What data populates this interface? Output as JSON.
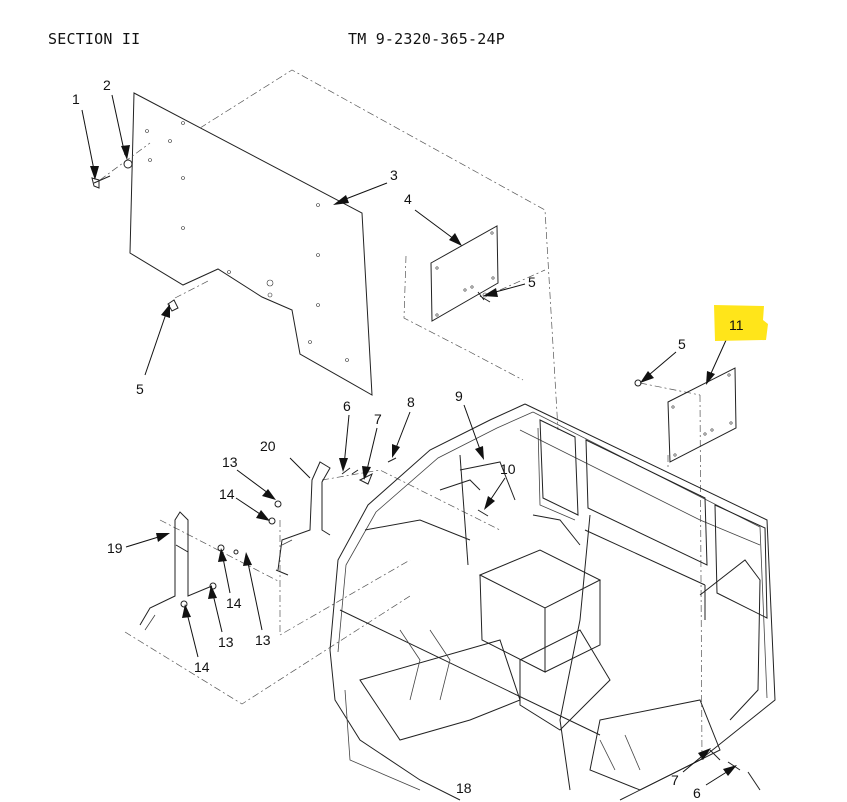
{
  "header": {
    "section": "SECTION II",
    "manual": "TM 9-2320-365-24P"
  },
  "callouts": {
    "c1": "1",
    "c2": "2",
    "c3": "3",
    "c4": "4",
    "c5a": "5",
    "c5b": "5",
    "c5c": "5",
    "c6a": "6",
    "c6b": "6",
    "c7a": "7",
    "c7b": "7",
    "c8": "8",
    "c9": "9",
    "c10": "10",
    "c11": "11",
    "c13a": "13",
    "c13b": "13",
    "c13c": "13",
    "c14a": "14",
    "c14b": "14",
    "c14c": "14",
    "c18": "18",
    "c19": "19",
    "c20": "20"
  },
  "highlight": {
    "target": "11",
    "color": "#ffe51a"
  }
}
